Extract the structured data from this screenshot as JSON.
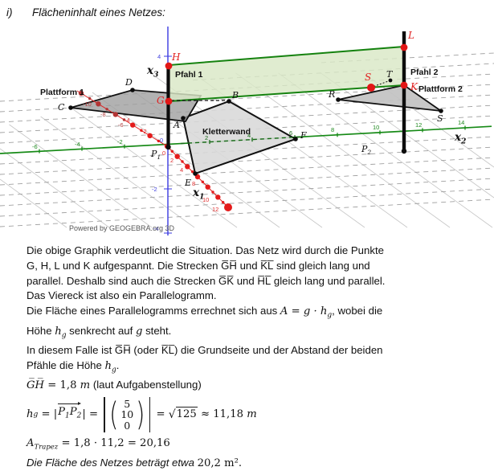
{
  "title": {
    "index": "i)",
    "text": "Flächeninhalt eines Netzes:"
  },
  "figure": {
    "watermark": "Powered by GEOGEBRA.org 3D",
    "labels": {
      "pfahl1": "Pfahl 1",
      "pfahl2": "Pfahl 2",
      "plattform1": "Plattform 1",
      "plattform2": "Plattform 2",
      "kletterwand": "Kletterwand",
      "H": "H",
      "G": "G",
      "L": "L",
      "K": "K",
      "S_red": "S",
      "A": "A",
      "B": "B",
      "C": "C",
      "D": "D",
      "E": "E",
      "F": "F",
      "R": "R",
      "T": "T",
      "S_black": "S",
      "P_base": "P",
      "p1_sub": "1",
      "p2_sub": "2",
      "ax_base": "x",
      "ax1_sub": "1",
      "ax2_sub": "2",
      "ax3_sub": "3"
    },
    "x1_ticks": [
      "-10",
      "-8",
      "-6",
      "-4",
      "-2",
      "0",
      "2",
      "4",
      "8",
      "10",
      "12"
    ],
    "x2_ticks": [
      "-6",
      "-4",
      "-2",
      "2",
      "4",
      "6",
      "8",
      "10",
      "12",
      "14"
    ],
    "x3_ticks": [
      "4",
      "0",
      "-2",
      "-4"
    ],
    "colors": {
      "net_fill": "#d9e8c6",
      "net_edge": "#15820f",
      "axis_x1": "#e02020",
      "axis_x2": "#168a16",
      "axis_x3": "#3a3ae0",
      "platform_fill": "#9f9f9f",
      "wall_fill": "#d8d8d8"
    }
  },
  "explanation": {
    "l1": "Die obige Graphik verdeutlicht die Situation. Das Netz wird durch die Punkte",
    "l2": "G, H, L und K aufgespannt. Die Strecken G̅H̅  und K̅L̅ sind gleich lang und",
    "l3": "parallel. Deshalb sind auch die Strecken G̅K̅ und H̅L̅ gleich lang und parallel.",
    "l4": "Das Viereck ist also ein Parallelogramm.",
    "l5a": "Die Fläche eines Parallelogramms errechnet sich aus ",
    "l5b": "A = g · h",
    "l5c": "g",
    "l5d": ", wobei die",
    "l6a": "Höhe ",
    "l6b": "h",
    "l6c": "g",
    "l6d": " senkrecht auf ",
    "l6e": "g",
    "l6f": " steht.",
    "l7": "In diesem Falle ist G̅H̅ (oder K̅L̅) die Grundseite  und der Abstand der beiden",
    "l8a": "Pfähle die Höhe ",
    "l8b": "h",
    "l8c": "g",
    "l8d": "."
  },
  "formulas": {
    "gh_lhs": "G̅H̅",
    "gh_eq": " = 1,8 ",
    "gh_unit": "m",
    "gh_rest": " (laut Aufgabenstellung)",
    "hg_h": "h",
    "hg_sub": "g",
    "eq1": " = ",
    "bar1": "|",
    "vec_p1": "P",
    "vec_s1": "1",
    "vec_p2": "P",
    "vec_s2": "2",
    "bar2": "|",
    "eq2": " = ",
    "v1": "5",
    "v2": "10",
    "v3": "0",
    "eq3": " = ",
    "sqrt_sym": "√",
    "radicand": "125",
    "approx": " ≈ 11,18 ",
    "unit": "m",
    "a_base": "A",
    "a_sub": "Trapez",
    "a_rest": " = 1,8 · 11,2 = 20,16",
    "final_a": "Die Fläche des Netzes beträgt etwa ",
    "final_b": "20,2 m²."
  }
}
